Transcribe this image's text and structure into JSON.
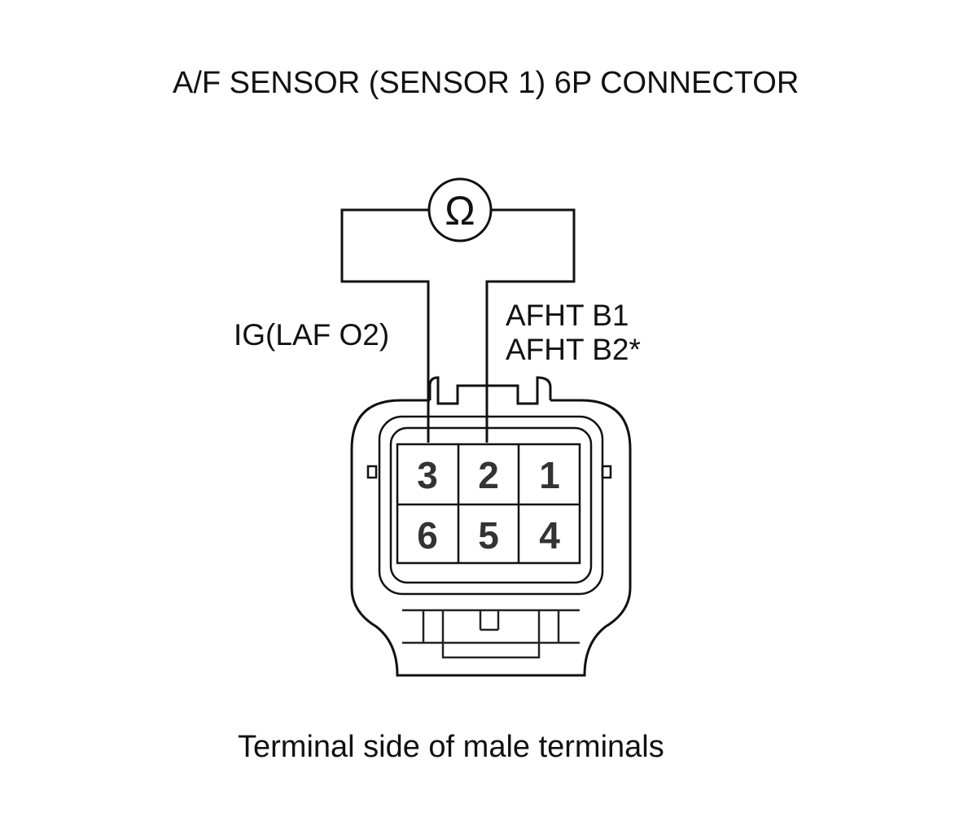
{
  "diagram": {
    "title": "A/F SENSOR (SENSOR 1) 6P CONNECTOR",
    "meter_symbol": "Ω",
    "left_probe_label": "IG(LAF O2)",
    "right_probe_label_line1": "AFHT B1",
    "right_probe_label_line2": "AFHT B2*",
    "caption": "Terminal side of male terminals",
    "terminals": {
      "top_row": [
        "3",
        "2",
        "1"
      ],
      "bottom_row": [
        "6",
        "5",
        "4"
      ]
    }
  }
}
